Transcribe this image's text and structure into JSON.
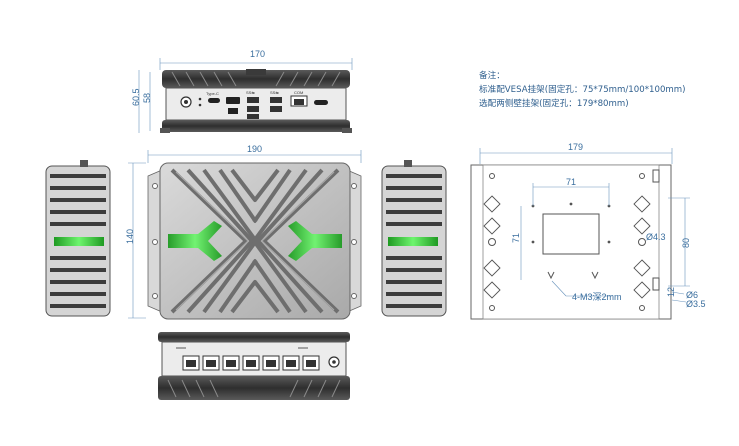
{
  "colors": {
    "metal_dark": "#4a4a4a",
    "metal_mid": "#8e8e8e",
    "metal_light": "#c9c9c9",
    "accent_green": "#39c43a",
    "dimension_blue": "#3a6e9e"
  },
  "notes": {
    "title": "备注：",
    "line1": "标准配VESA挂架(固定孔：75*75mm/100*100mm)",
    "line2": "选配两侧壁挂架(固定孔：179*80mm)"
  },
  "dimensions": {
    "top_width": "170",
    "top_height_outer": "60.5",
    "top_height_inner": "58",
    "main_width": "190",
    "main_height": "140",
    "bracket_width": "179",
    "vesa_inner": "71",
    "vesa_side": "71",
    "bracket_height": "80",
    "hole_dia": "Ø4.3",
    "slot_height": "12",
    "slot_dia_6": "Ø6",
    "slot_dia_35": "Ø3.5",
    "screw_label": "4-M3深2mm"
  },
  "ports": {
    "typec": "Type-C",
    "usb3_a": "SS⇆",
    "usb3_b": "SS⇆",
    "com": "COM"
  }
}
